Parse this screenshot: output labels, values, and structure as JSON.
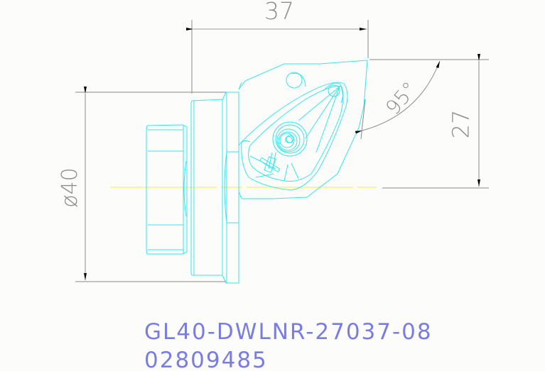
{
  "drawing": {
    "part_number": "GL40-DWLNR-27037-08",
    "order_code": "02809485",
    "dimensions": {
      "length": "37",
      "height": "27",
      "diameter": "ø40",
      "angle": "95°"
    },
    "colors": {
      "background": "#fcfdfb",
      "outline": "#33e6ee",
      "centerline": "#f2f25a",
      "dimension_line": "#8a8a8a",
      "label_text": "#7a7de0"
    }
  }
}
